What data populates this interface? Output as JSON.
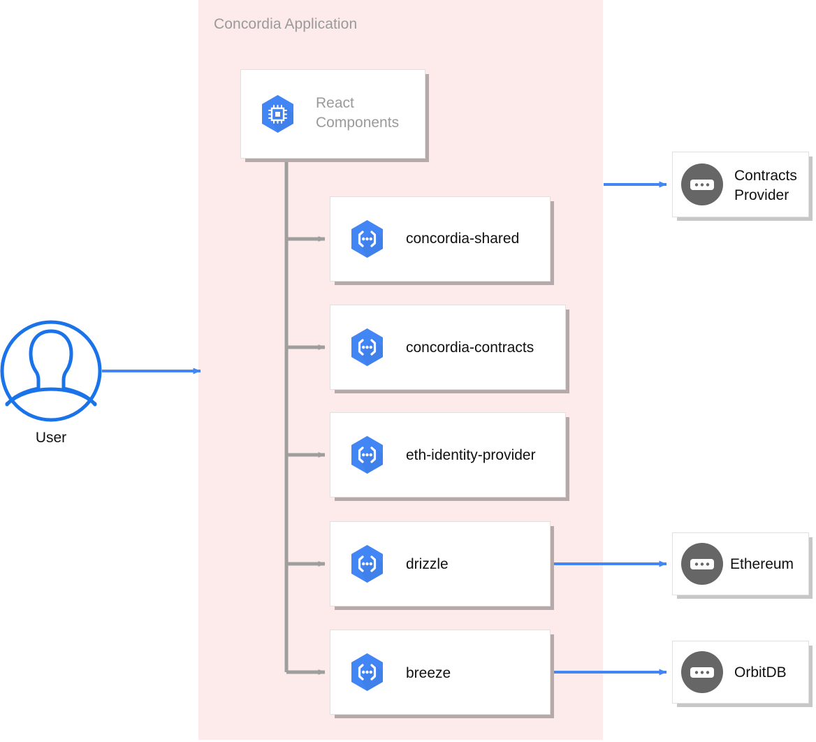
{
  "diagram": {
    "title": "Concordia Application",
    "group_color": "#fdeaea",
    "accent_blue": "#4285f4",
    "connector_gray": "#9e9e9e",
    "icon_blue": "#4285f4",
    "icon_gray": "#666666"
  },
  "actor": {
    "label": "User",
    "icon": "user-circle-icon"
  },
  "root_node": {
    "label": "React\nComponents",
    "icon": "hexagon-chip-icon"
  },
  "packages": [
    {
      "label": "concordia-shared",
      "icon": "hexagon-api-icon"
    },
    {
      "label": "concordia-contracts",
      "icon": "hexagon-api-icon"
    },
    {
      "label": "eth-identity-provider",
      "icon": "hexagon-api-icon"
    },
    {
      "label": "drizzle",
      "icon": "hexagon-api-icon"
    },
    {
      "label": "breeze",
      "icon": "hexagon-api-icon"
    }
  ],
  "external_nodes": [
    {
      "label": "Contracts\nProvider",
      "icon": "circle-service-icon"
    },
    {
      "label": "Ethereum",
      "icon": "circle-service-icon"
    },
    {
      "label": "OrbitDB",
      "icon": "circle-service-icon"
    }
  ],
  "chart_data": {
    "type": "diagram",
    "title": "Concordia Application",
    "nodes": [
      {
        "id": "user",
        "label": "User",
        "kind": "actor",
        "group": null
      },
      {
        "id": "react-components",
        "label": "React Components",
        "kind": "component",
        "group": "Concordia Application"
      },
      {
        "id": "concordia-shared",
        "label": "concordia-shared",
        "kind": "package",
        "group": "Concordia Application"
      },
      {
        "id": "concordia-contracts",
        "label": "concordia-contracts",
        "kind": "package",
        "group": "Concordia Application"
      },
      {
        "id": "eth-identity-provider",
        "label": "eth-identity-provider",
        "kind": "package",
        "group": "Concordia Application"
      },
      {
        "id": "drizzle",
        "label": "drizzle",
        "kind": "package",
        "group": "Concordia Application"
      },
      {
        "id": "breeze",
        "label": "breeze",
        "kind": "package",
        "group": "Concordia Application"
      },
      {
        "id": "contracts-provider",
        "label": "Contracts Provider",
        "kind": "external",
        "group": null
      },
      {
        "id": "ethereum",
        "label": "Ethereum",
        "kind": "external",
        "group": null
      },
      {
        "id": "orbitdb",
        "label": "OrbitDB",
        "kind": "external",
        "group": null
      }
    ],
    "edges": [
      {
        "from": "user",
        "to": "react-components",
        "color": "blue"
      },
      {
        "from": "react-components",
        "to": "concordia-shared",
        "color": "gray"
      },
      {
        "from": "react-components",
        "to": "concordia-contracts",
        "color": "gray"
      },
      {
        "from": "react-components",
        "to": "eth-identity-provider",
        "color": "gray"
      },
      {
        "from": "react-components",
        "to": "drizzle",
        "color": "gray"
      },
      {
        "from": "react-components",
        "to": "breeze",
        "color": "gray"
      },
      {
        "from": "react-components",
        "to": "contracts-provider",
        "color": "blue"
      },
      {
        "from": "drizzle",
        "to": "ethereum",
        "color": "blue"
      },
      {
        "from": "breeze",
        "to": "orbitdb",
        "color": "blue"
      }
    ]
  }
}
